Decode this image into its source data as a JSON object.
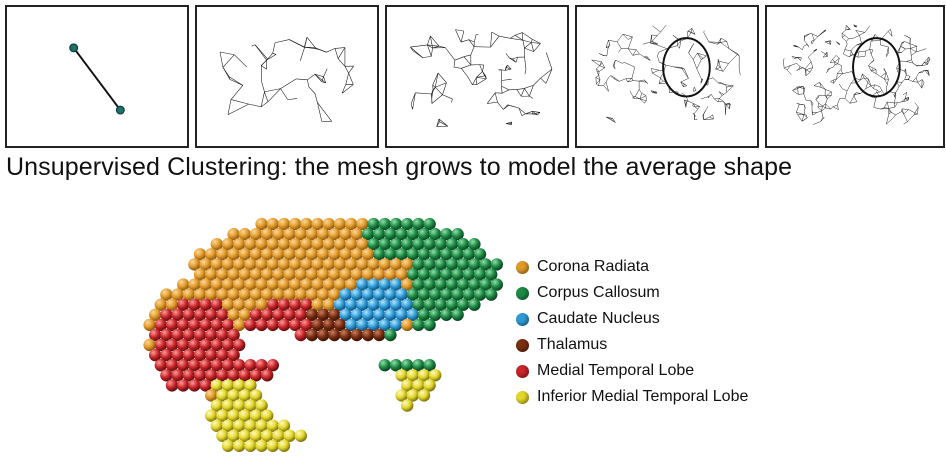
{
  "caption": "Unsupervised Clustering: the mesh grows to model the average shape",
  "panels": [
    {
      "mesh_density": 2
    },
    {
      "mesh_density": 55
    },
    {
      "mesh_density": 110
    },
    {
      "mesh_density": 220
    },
    {
      "mesh_density": 330
    }
  ],
  "legend": {
    "items": [
      {
        "label": "Corona Radiata",
        "color": "#E09A2A"
      },
      {
        "label": "Corpus Callosum",
        "color": "#1E8A45"
      },
      {
        "label": "Caudate Nucleus",
        "color": "#2E9BD6"
      },
      {
        "label": "Thalamus",
        "color": "#7A2E12"
      },
      {
        "label": "Medial Temporal Lobe",
        "color": "#C8262A"
      },
      {
        "label": "Inferior Medial Temporal Lobe",
        "color": "#E3D62B"
      }
    ]
  }
}
